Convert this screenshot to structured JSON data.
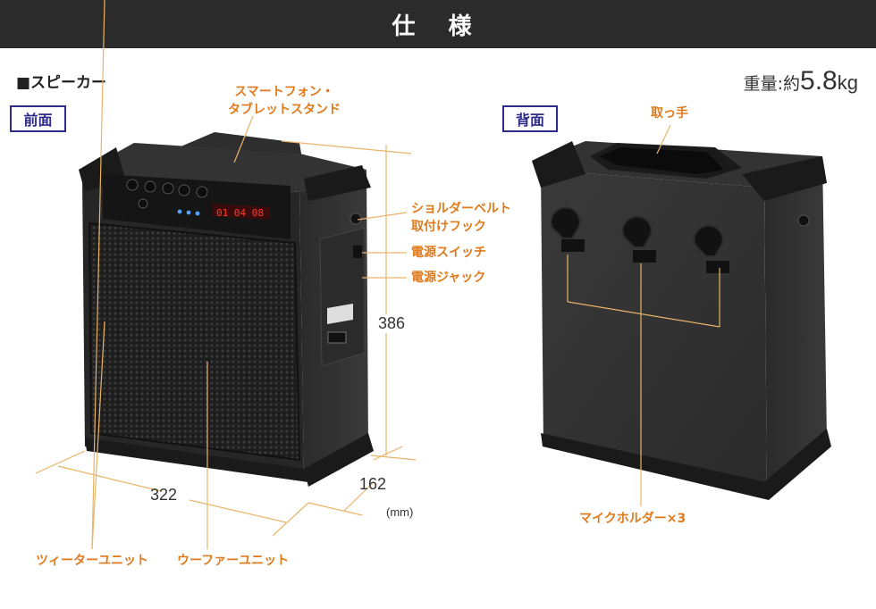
{
  "header": {
    "title": "仕 様"
  },
  "section": {
    "label": "■スピーカー"
  },
  "weight": {
    "prefix": "重量:約",
    "value": "5.8",
    "unit": "kg"
  },
  "views": {
    "front": "前面",
    "back": "背面"
  },
  "callouts": {
    "stand_line1": "スマートフォン・",
    "stand_line2": "タブレットスタンド",
    "hook_line1": "ショルダーベルト",
    "hook_line2": "取付けフック",
    "power_switch": "電源スイッチ",
    "power_jack": "電源ジャック",
    "tweeter": "ツィーターユニット",
    "woofer": "ウーファーユニット",
    "handle": "取っ手",
    "mic_holder": "マイクホルダー×3"
  },
  "dimensions": {
    "height": "386",
    "width": "322",
    "depth": "162",
    "unit": "(mm)"
  },
  "display": {
    "readout": "01 04 08"
  },
  "colors": {
    "accent": "#e07a1c",
    "tag": "#2e2a8a",
    "header": "#2b2b2b",
    "line": "#e9b46a"
  }
}
